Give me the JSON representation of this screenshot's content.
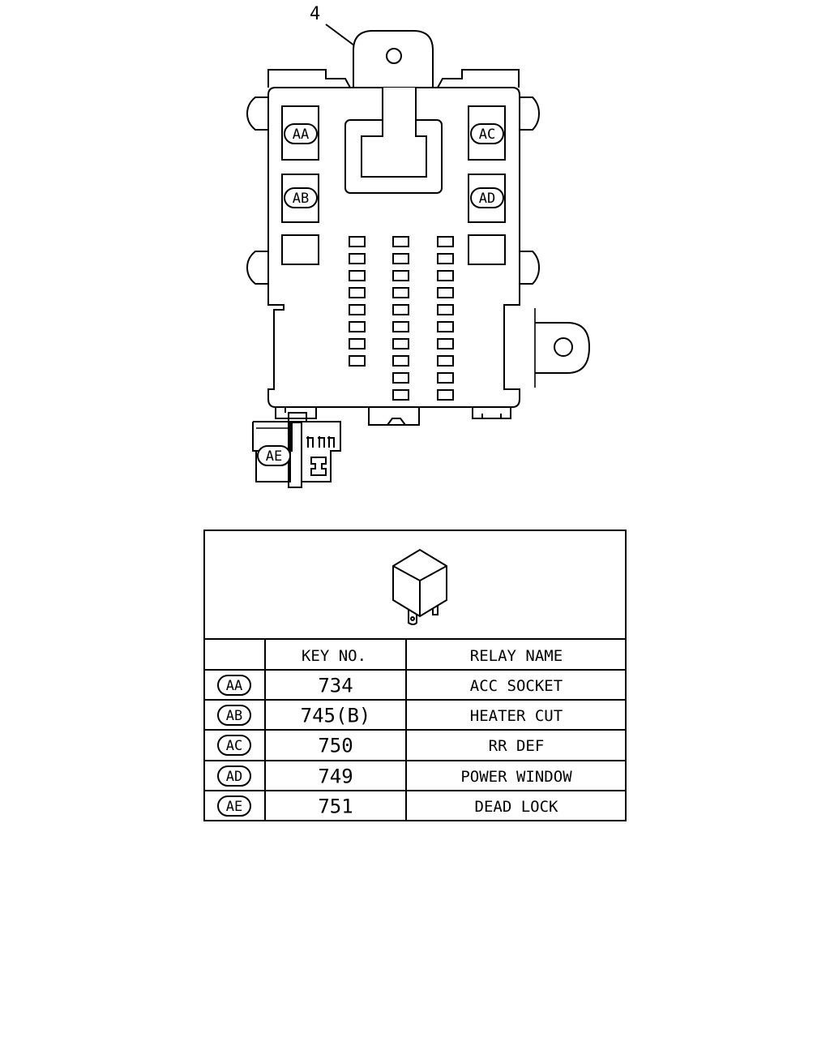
{
  "diagram": {
    "callout": "4",
    "relay_labels": {
      "aa": "AA",
      "ab": "AB",
      "ac": "AC",
      "ad": "AD",
      "ae": "AE"
    }
  },
  "table": {
    "headers": {
      "key_no": "KEY NO.",
      "relay_name": "RELAY NAME"
    },
    "rows": [
      {
        "tag": "AA",
        "key": "734",
        "name": "ACC SOCKET"
      },
      {
        "tag": "AB",
        "key": "745(B)",
        "name": "HEATER CUT"
      },
      {
        "tag": "AC",
        "key": "750",
        "name": "RR DEF"
      },
      {
        "tag": "AD",
        "key": "749",
        "name": "POWER WINDOW"
      },
      {
        "tag": "AE",
        "key": "751",
        "name": "DEAD LOCK"
      }
    ]
  }
}
